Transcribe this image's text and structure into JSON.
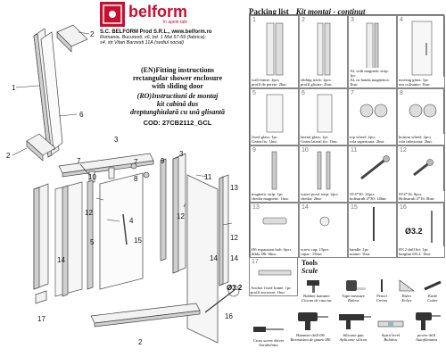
{
  "brand": {
    "logo_text": "belform",
    "tagline": "în apele tale",
    "company": "S.C. BELFORM Prod S.R.L., www.belform.ro",
    "address_1": "Romania, Bucuresti, s6, bd. 1 Mai 57-59 (fabrica);",
    "address_2": "s4, str.Vitan Barzesti 11A (sediul social)",
    "accent_color": "#c8102e"
  },
  "instructions": {
    "en_title_1": "(EN)Fitting instructions",
    "en_title_2": "rectangular shower enclosure",
    "en_title_3": "with sliding door",
    "ro_title_1": "(RO)Instructiuni de montaj",
    "ro_title_2": "kit cabină dus",
    "ro_title_3": "dreptunghiulară cu usă glisantă",
    "code": "COD: 27CB2112_GCL"
  },
  "diagram_labels": [
    "1",
    "2",
    "2",
    "6",
    "3",
    "7",
    "7",
    "8",
    "9",
    "3",
    "11",
    "12",
    "10",
    "13",
    "4",
    "5",
    "12",
    "14",
    "15",
    "12",
    "14",
    "14",
    "16",
    "17",
    "2",
    "Ø3.2"
  ],
  "packing": {
    "title": "Packing list",
    "subtitle": "Kit montaj - continut",
    "items": [
      {
        "n": "1",
        "caption": "wall frame: 2pcs\nprofil de perete: 2buc"
      },
      {
        "n": "2",
        "caption": "sliding track: 2pcs\nprofil glisare: 2buc"
      },
      {
        "n": "3",
        "caption": "AL with magnetic strip: 1pc\nAL cu banda magnetica: 1buc"
      },
      {
        "n": "4",
        "caption": "moving glass: 1pc\nusa culisanta: 1buc"
      },
      {
        "n": "5",
        "caption": "fixed glass: 1pc\nGeam fix: 1buc"
      },
      {
        "n": "6",
        "caption": "lateral glass: 1pc\nGeam lateral fix: 1buc"
      },
      {
        "n": "7",
        "caption": "top wheel: 2pcs\nrola superioara: 2buc"
      },
      {
        "n": "8",
        "caption": "bottom wheel: 2pcs\nrola inferioara: 2buc"
      },
      {
        "n": "9",
        "caption": "magnetic strip: 1pc\nchedar magnetic: 1buc"
      },
      {
        "n": "10",
        "caption": "water-proof strip: 2pcs\nchedar: 2buc"
      },
      {
        "n": "11",
        "caption": "ST4*30: 14pcs\nholtsurub 4*30: 14buc"
      },
      {
        "n": "12",
        "caption": "ST4*16: 8pcs\nHoltsurub 4*16: 8buc"
      },
      {
        "n": "13",
        "caption": "Ø6 expansion bolt: 6pcs\ndiblu Ø6: 6buc"
      },
      {
        "n": "14",
        "caption": "screw cap: 15pcs\ncapac: 15buc"
      },
      {
        "n": "15",
        "caption": "handle: 1pc\nmaner: 1buc"
      },
      {
        "n": "16",
        "caption": "Ø3.2 drill bit: 1pc\nburghiu Ø3.2: 1buc"
      },
      {
        "n": "17",
        "caption": "Anchor fixed frame: 1pc\nprofil ancorare: 1buc"
      }
    ],
    "drill_label": "Ø3.2"
  },
  "tools": {
    "title": "Tools",
    "subtitle": "Scule",
    "items": [
      {
        "en": "Rubber hammer",
        "ro": "Ciocan de cauciuc"
      },
      {
        "en": "Tape measure",
        "ro": "Ruleta"
      },
      {
        "en": "Pencil",
        "ro": "Creion"
      },
      {
        "en": "Ruler",
        "ro": "Echer"
      },
      {
        "en": "Knife",
        "ro": "Cutter"
      },
      {
        "en": "Cross screw driver",
        "ro": "Surubelnita"
      },
      {
        "en": "Hammer drill Ø6",
        "ro": "Bormasina de gaurit Ø6"
      },
      {
        "en": "Silicone gun",
        "ro": "Aplicator silicon"
      },
      {
        "en": "Spirit level",
        "ro": "Boloboc"
      },
      {
        "en": "power drill",
        "ro": "Autofiletanta"
      }
    ]
  }
}
